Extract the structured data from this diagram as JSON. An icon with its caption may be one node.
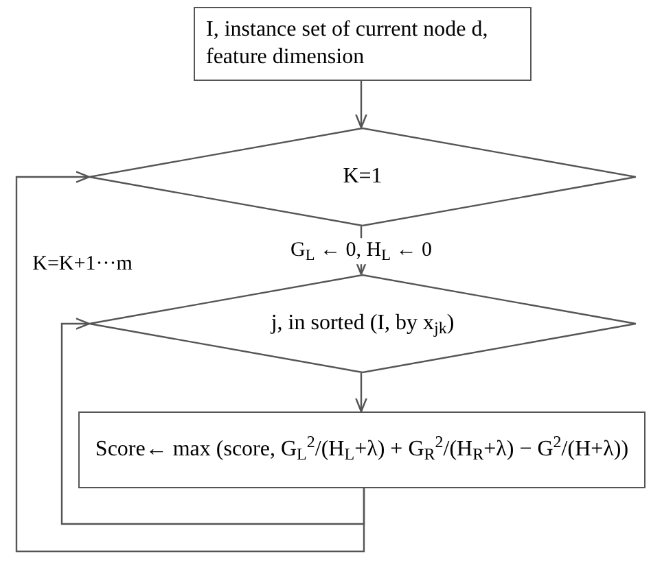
{
  "diagram": {
    "nodes": [
      {
        "text": [
          "I, instance set of current node d, feature dimension"
        ]
      },
      {
        "text": [
          "K=1"
        ]
      },
      {
        "text": [
          "j,   in sorted (I, by x$_{jk}$)"
        ]
      },
      {
        "text": [
          "Score← max (score, G$_{L}$$^{2}$/(H$_{L}$+λ) + G$_{R}$$^{2}$/(H$_{R}$+λ) − G$^{2}$/(H+λ))"
        ]
      }
    ],
    "edges": [
      {
        "from": 0,
        "to": 1,
        "arrow": "to"
      },
      {
        "from": 1,
        "to": 2,
        "arrow": "to",
        "label": "G$_{L}$ ← 0,  H$_{L}$ ← 0"
      },
      {
        "from": 2,
        "to": 3,
        "arrow": "to"
      },
      {
        "from": 3,
        "to": 2,
        "arrow": "to"
      },
      {
        "from": 3,
        "to": 1,
        "arrow": "to",
        "label": "K=K+1···m"
      }
    ]
  }
}
